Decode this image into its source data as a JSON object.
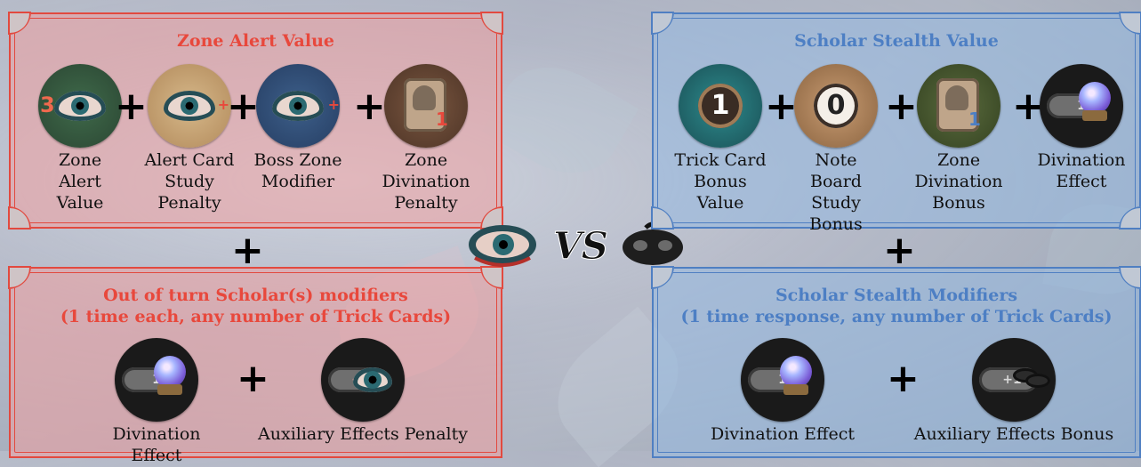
{
  "left_panel": {
    "title": "Zone Alert Value",
    "items": [
      {
        "label": "Zone\nAlert\nValue",
        "icon": "eye-icon",
        "badge": "3"
      },
      {
        "label": "Alert Card\nStudy\nPenalty",
        "icon": "eye-icon",
        "badge": "+"
      },
      {
        "label": "Boss Zone\nModifier",
        "icon": "eye-icon",
        "badge": "+"
      },
      {
        "label": "Zone\nDivination\nPenalty",
        "icon": "divination-card-icon",
        "badge": "1"
      }
    ]
  },
  "left_modifiers": {
    "title_line1": "Out of turn Scholar(s) modifiers",
    "title_line2": "(1 time each, any number of Trick Cards)",
    "items": [
      {
        "label": "Divination Effect",
        "pill": "1",
        "icon": "crystal-ball-icon"
      },
      {
        "label": "Auxiliary Effects Penalty",
        "pill": "+1",
        "icon": "eye-icon"
      }
    ]
  },
  "right_panel": {
    "title": "Scholar Stealth Value",
    "items": [
      {
        "label": "Trick Card\nBonus\nValue",
        "token": "1",
        "icon": "trick-token-icon"
      },
      {
        "label": "Note Board\nStudy Bonus",
        "token": "0",
        "icon": "note-token-icon"
      },
      {
        "label": "Zone\nDivination\nBonus",
        "badge": "1",
        "icon": "divination-card-icon"
      },
      {
        "label": "Divination\nEffect",
        "pill": "1",
        "icon": "crystal-ball-icon"
      }
    ]
  },
  "right_modifiers": {
    "title_line1": "Scholar Stealth Modifiers",
    "title_line2": "(1 time response, any number of Trick Cards)",
    "items": [
      {
        "label": "Divination Effect",
        "pill": "1",
        "icon": "crystal-ball-icon"
      },
      {
        "label": "Auxiliary Effects Bonus",
        "pill": "+1",
        "icon": "mask-icon"
      }
    ]
  },
  "vs_label": "VS",
  "plus_symbol": "+",
  "colors": {
    "red_accent": "#e2493f",
    "blue_accent": "#4f7fc2"
  }
}
